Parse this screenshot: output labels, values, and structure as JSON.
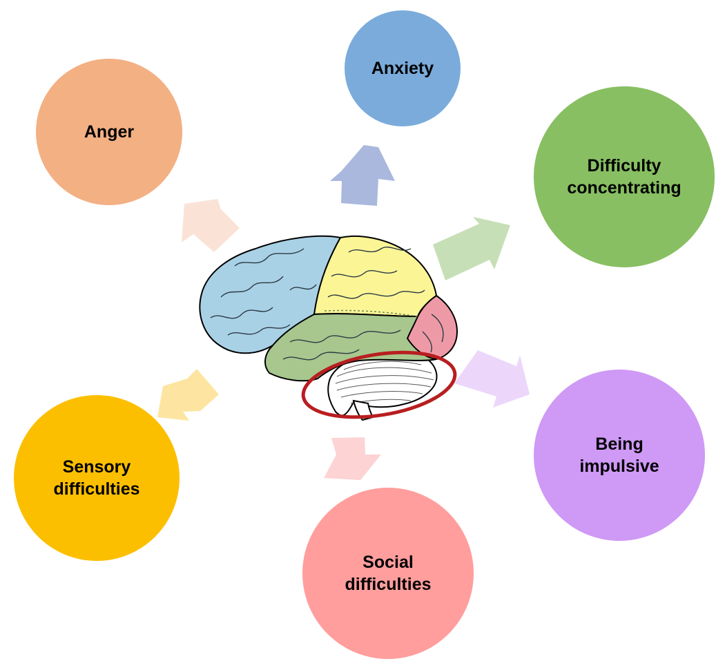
{
  "outcomes": [
    {
      "key": "anxiety",
      "label": "Anxiety",
      "color": "#7aabdb",
      "arrow_color": "#aab8dd"
    },
    {
      "key": "anger",
      "label": "Anger",
      "color": "#f3b083",
      "arrow_color": "#fae3d6"
    },
    {
      "key": "concentrating",
      "label": "Difficulty\nconcentrating",
      "color": "#88bf62",
      "arrow_color": "#c6dfb7"
    },
    {
      "key": "impulsive",
      "label": "Being\nimpulsive",
      "color": "#cf99f6",
      "arrow_color": "#ecd7fb"
    },
    {
      "key": "sensory",
      "label": "Sensory\ndifficulties",
      "color": "#fcbf00",
      "arrow_color": "#fde5a1"
    },
    {
      "key": "social",
      "label": "Social\ndifficulties",
      "color": "#ff9e9d",
      "arrow_color": "#fdd3d4"
    }
  ],
  "brain": {
    "frontal_color": "#a9d1e6",
    "parietal_color": "#fbf596",
    "temporal_color": "#a7c78e",
    "occipital_color": "#ee9aa6",
    "cerebellum_color": "#ffffff",
    "highlight_color": "#b81e20",
    "highlighted_region": "cerebellum-icon"
  }
}
